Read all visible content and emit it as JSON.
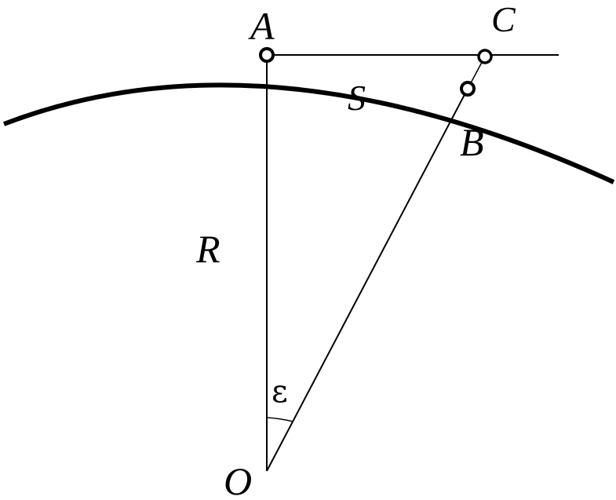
{
  "labels": {
    "A": "A",
    "B": "B",
    "C": "C",
    "O": "O",
    "R": "R",
    "S": "S",
    "epsilon": "ε"
  },
  "colors": {
    "stroke": "#000000",
    "background": "#ffffff"
  }
}
